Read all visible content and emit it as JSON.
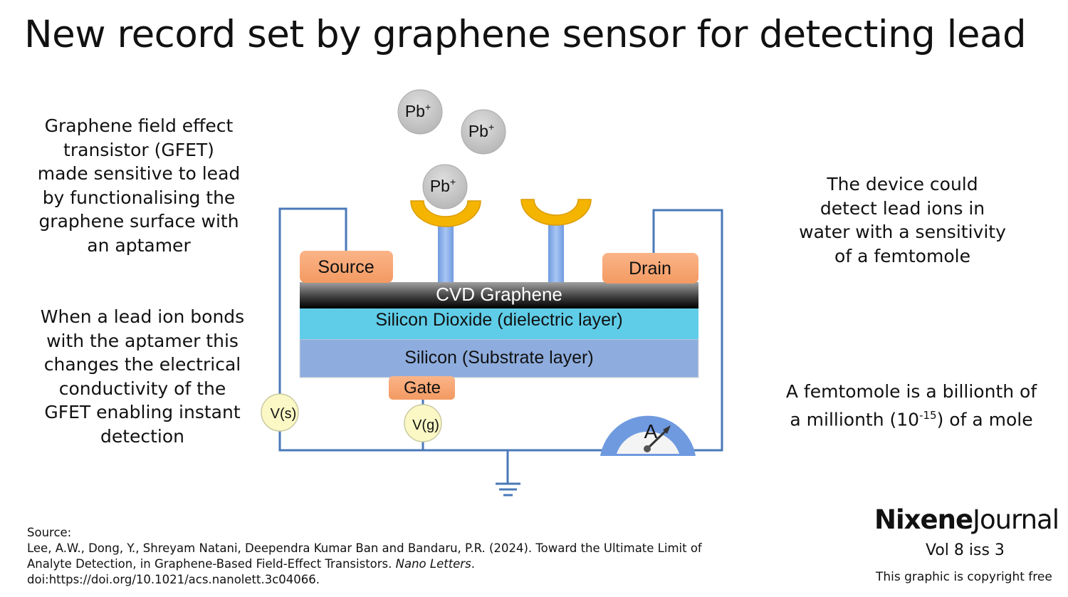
{
  "title": "New record set by graphene sensor for detecting lead",
  "left_text": {
    "block1": [
      "Graphene field effect",
      "transistor (GFET)",
      "made sensitive to lead",
      "by functionalising the",
      "graphene surface with",
      "an aptamer"
    ],
    "block2": [
      "When a lead ion bonds",
      "with the aptamer this",
      "changes the electrical",
      "conductivity of the",
      "GFET enabling instant",
      "detection"
    ]
  },
  "right_text": {
    "block1": [
      "The device could",
      "detect lead ions in",
      "water with a sensitivity",
      "of a femtomole"
    ],
    "block2_line1": "A femtomole is a billionth of",
    "block2_line2_pre": "a millionth (10",
    "block2_sup": "-15",
    "block2_line2_post": ") of a mole"
  },
  "diagram": {
    "ions": [
      "Pb",
      "Pb",
      "Pb"
    ],
    "ion_charge": "+",
    "source_label": "Source",
    "drain_label": "Drain",
    "graphene_label": "CVD Graphene",
    "dielectric_label": "Silicon Dioxide (dielectric layer)",
    "substrate_label": "Silicon (Substrate layer)",
    "gate_label": "Gate",
    "vs_label": "V(s)",
    "vg_label": "V(g)",
    "ammeter_label": "A"
  },
  "source_ref": {
    "heading": "Source:",
    "line1": "Lee, A.W., Dong, Y., Shreyam Natani, Deependra Kumar Ban and Bandaru, P.R. (2024). Toward the Ultimate Limit of",
    "line2_pre": "Analyte Detection, in Graphene-Based Field-Effect Transistors. ",
    "line2_journal": "Nano Letters",
    "line2_post": ".",
    "line3": "doi:https://doi.org/10.1021/acs.nanolett.3c04066."
  },
  "brand": {
    "bold": "Nixene",
    "regular": "Journal"
  },
  "volume": "Vol 8  iss 3",
  "copyright": "This graphic is copyright free",
  "colors": {
    "wire": "#4a79b8",
    "electrode": "#f5a070",
    "aptamer": "#f4b400",
    "dielectric": "#5fcde8",
    "substrate": "#8eadde",
    "voltmeter": "#fbf8c6",
    "ion": "#c8c8c8"
  }
}
